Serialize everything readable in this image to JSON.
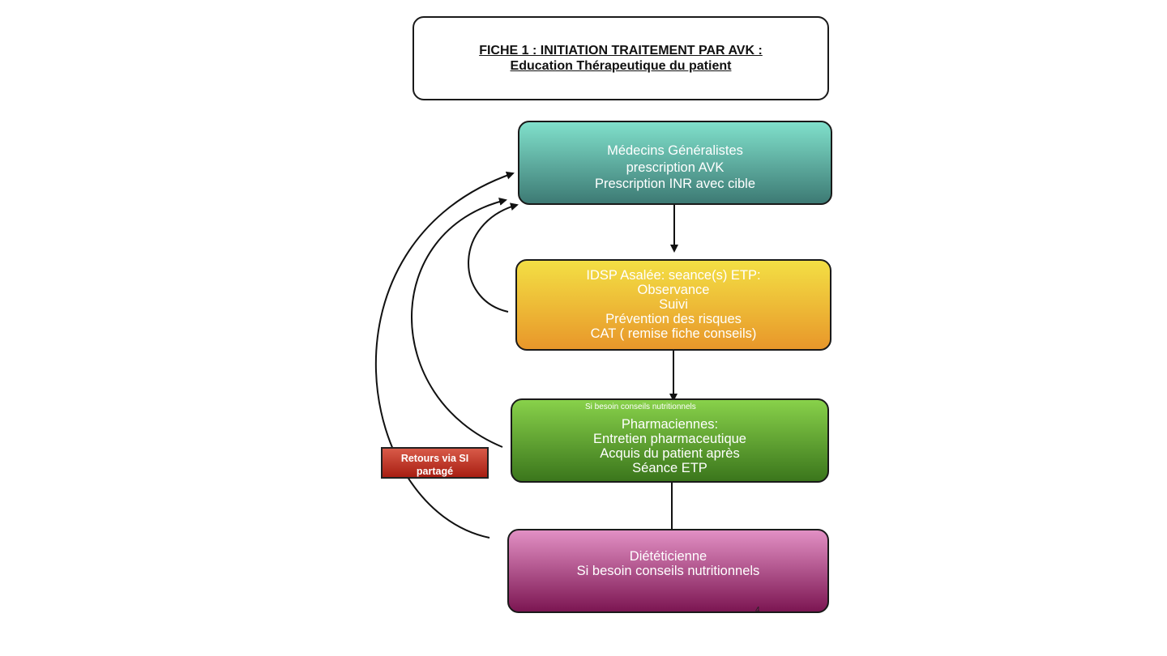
{
  "title": {
    "line1": "FICHE  1 :  INITIATION TRAITEMENT PAR AVK :",
    "line2": "Education Thérapeutique du patient"
  },
  "boxes": [
    {
      "lines": [
        "Médecins Généralistes",
        "prescription AVK",
        "Prescription INR avec cible"
      ],
      "color": "#5fb3a6"
    },
    {
      "lines": [
        "IDSP Asalée: seance(s) ETP:",
        "Observance",
        "Suivi",
        "Prévention des risques",
        "CAT ( remise fiche conseils)"
      ],
      "color": "#eebc36"
    },
    {
      "lines": [
        "Pharmaciennes:",
        "Entretien pharmaceutique",
        "Acquis du patient après",
        "Séance ETP"
      ],
      "color": "#62a632"
    },
    {
      "lines": [
        "Diététicienne",
        "Si besoin conseils nutritionnels"
      ],
      "color": "#b04f8a"
    }
  ],
  "overlay_text": "Si besoin conseils nutritionnels",
  "feedback_label": {
    "line1": "Retours via SI",
    "line2": "partagé"
  },
  "page_number": "4"
}
